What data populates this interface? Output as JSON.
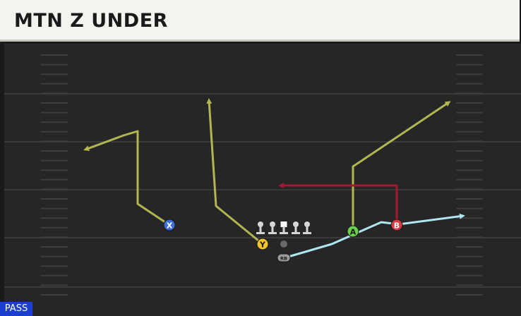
{
  "header": {
    "title": "MTN Z UNDER"
  },
  "play_type": "PASS",
  "players": [
    {
      "id": "X",
      "color": "#3b6fd6",
      "text_color": "#ffffff"
    },
    {
      "id": "Y",
      "color": "#f2c42a",
      "text_color": "#1a1a1a"
    },
    {
      "id": "A",
      "color": "#6bd04a",
      "text_color": "#1a1a1a"
    },
    {
      "id": "B",
      "color": "#d83c44",
      "text_color": "#ffffff"
    },
    {
      "id": "RB",
      "color": "#9a9a9a",
      "text_color": "#1a1a1a"
    }
  ],
  "route_colors": {
    "X": "#b3b552",
    "Y": "#b3b552",
    "A": "#b3b552",
    "B": "#a3192f",
    "RB": "#aee6f2"
  },
  "field_colors": {
    "background": "#262626",
    "lines": "#3a3a3a",
    "hash": "#3d3d3d"
  }
}
